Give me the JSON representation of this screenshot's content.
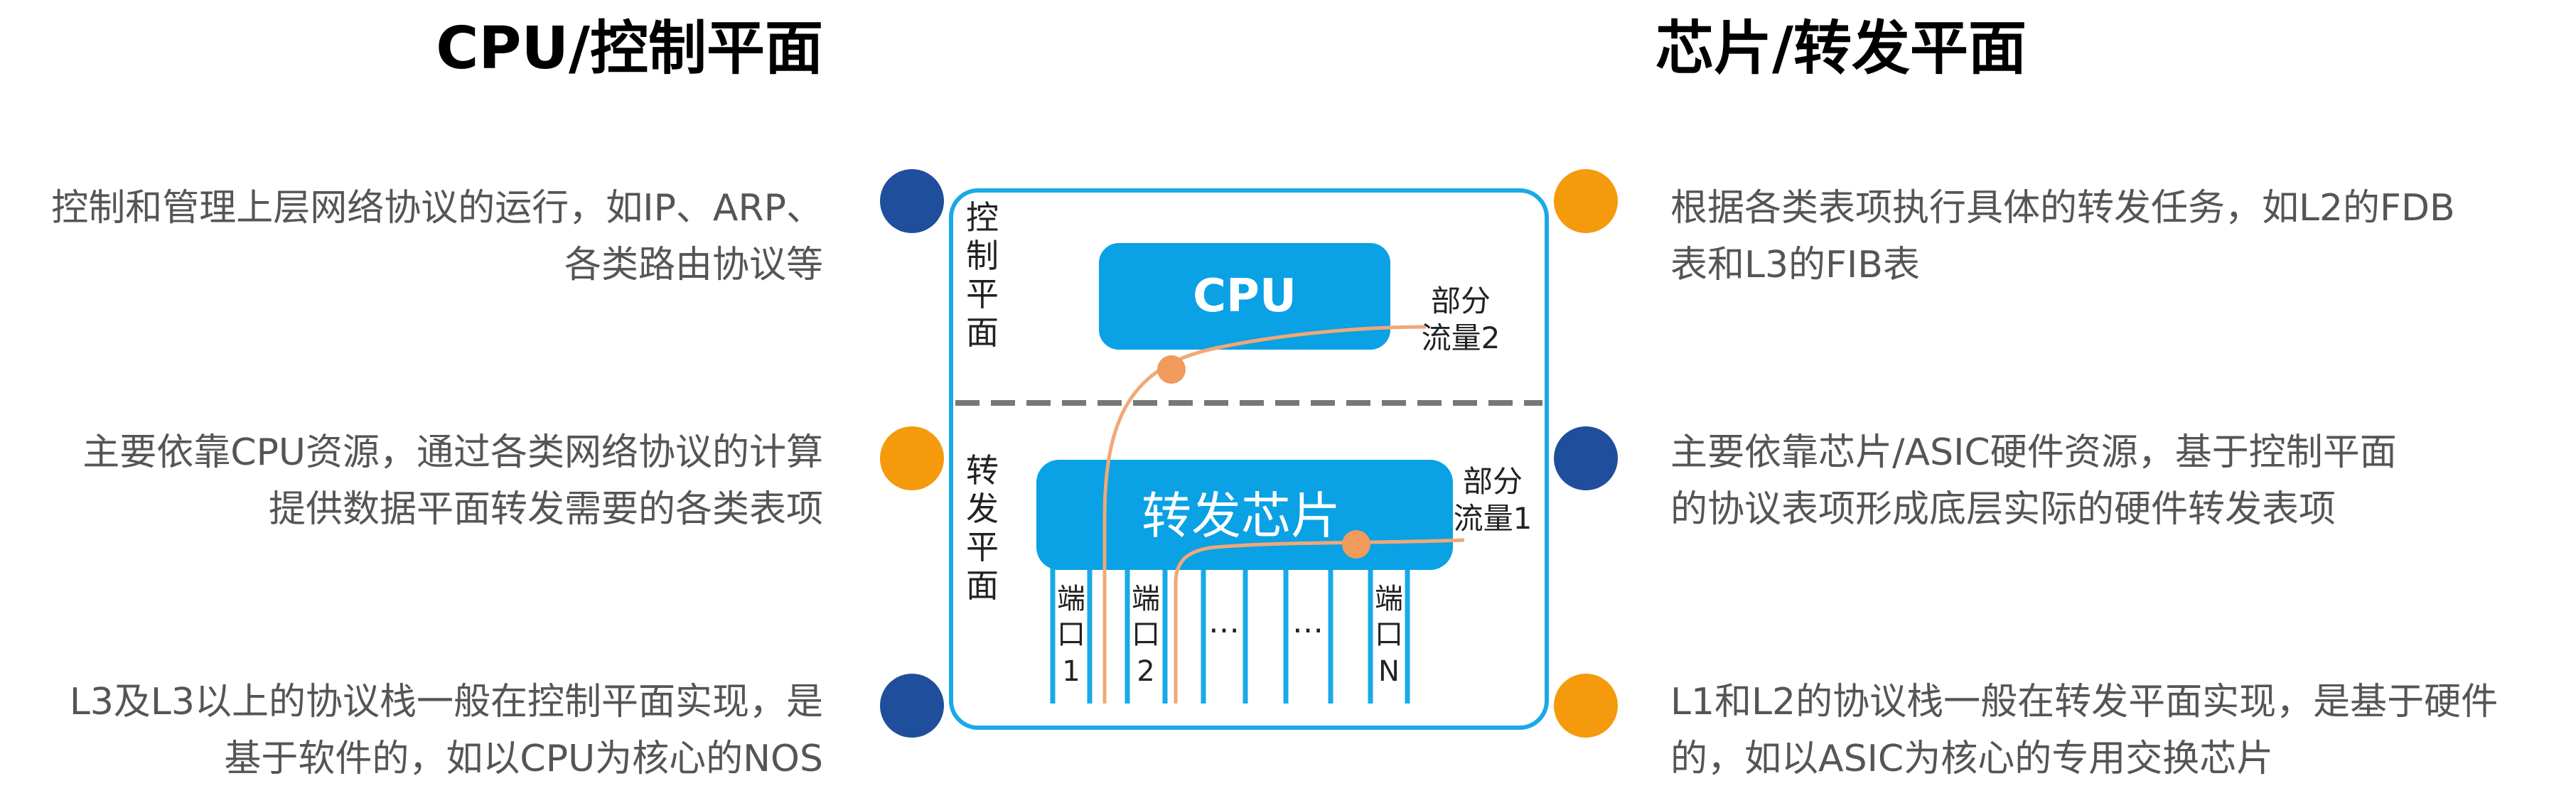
{
  "colors": {
    "blue_dot": "#1f4e9c",
    "orange_dot": "#f59a0c",
    "chip_blue": "#0aa1e5",
    "frame_blue": "#19a9e8",
    "flow_orange": "#f0a878",
    "heading": "#000000",
    "body_text": "#555555"
  },
  "headings": {
    "left": "CPU/控制平面",
    "right": "芯片/转发平面"
  },
  "left_descriptions": [
    {
      "lines": [
        "控制和管理上层网络协议的运行，如IP、ARP、",
        "各类路由协议等"
      ],
      "dot": "blue"
    },
    {
      "lines": [
        "主要依靠CPU资源，通过各类网络协议的计算",
        "提供数据平面转发需要的各类表项"
      ],
      "dot": "orange"
    },
    {
      "lines": [
        "L3及L3以上的协议栈一般在控制平面实现，是",
        "基于软件的，如以CPU为核心的NOS"
      ],
      "dot": "blue"
    }
  ],
  "right_descriptions": [
    {
      "lines": [
        "根据各类表项执行具体的转发任务，如L2的FDB",
        "表和L3的FIB表"
      ],
      "dot": "orange"
    },
    {
      "lines": [
        "主要依靠芯片/ASIC硬件资源，基于控制平面",
        "的协议表项形成底层实际的硬件转发表项"
      ],
      "dot": "blue"
    },
    {
      "lines": [
        "L1和L2的协议栈一般在转发平面实现，是基于硬件",
        "的，如以ASIC为核心的专用交换芯片"
      ],
      "dot": "orange"
    }
  ],
  "diagram": {
    "control_plane_label": [
      "控",
      "制",
      "平",
      "面"
    ],
    "forwarding_plane_label": [
      "转",
      "发",
      "平",
      "面"
    ],
    "cpu_label": "CPU",
    "chip_label": "转发芯片",
    "partial_flow_2": [
      "部分",
      "流量2"
    ],
    "partial_flow_1": [
      "部分",
      "流量1"
    ],
    "ports": [
      {
        "chars": [
          "端",
          "口",
          "1"
        ]
      },
      {
        "chars": [
          "端",
          "口",
          "2"
        ]
      },
      {
        "chars": [
          "…"
        ]
      },
      {
        "chars": [
          "…"
        ]
      },
      {
        "chars": [
          "端",
          "口",
          "N"
        ]
      }
    ]
  }
}
